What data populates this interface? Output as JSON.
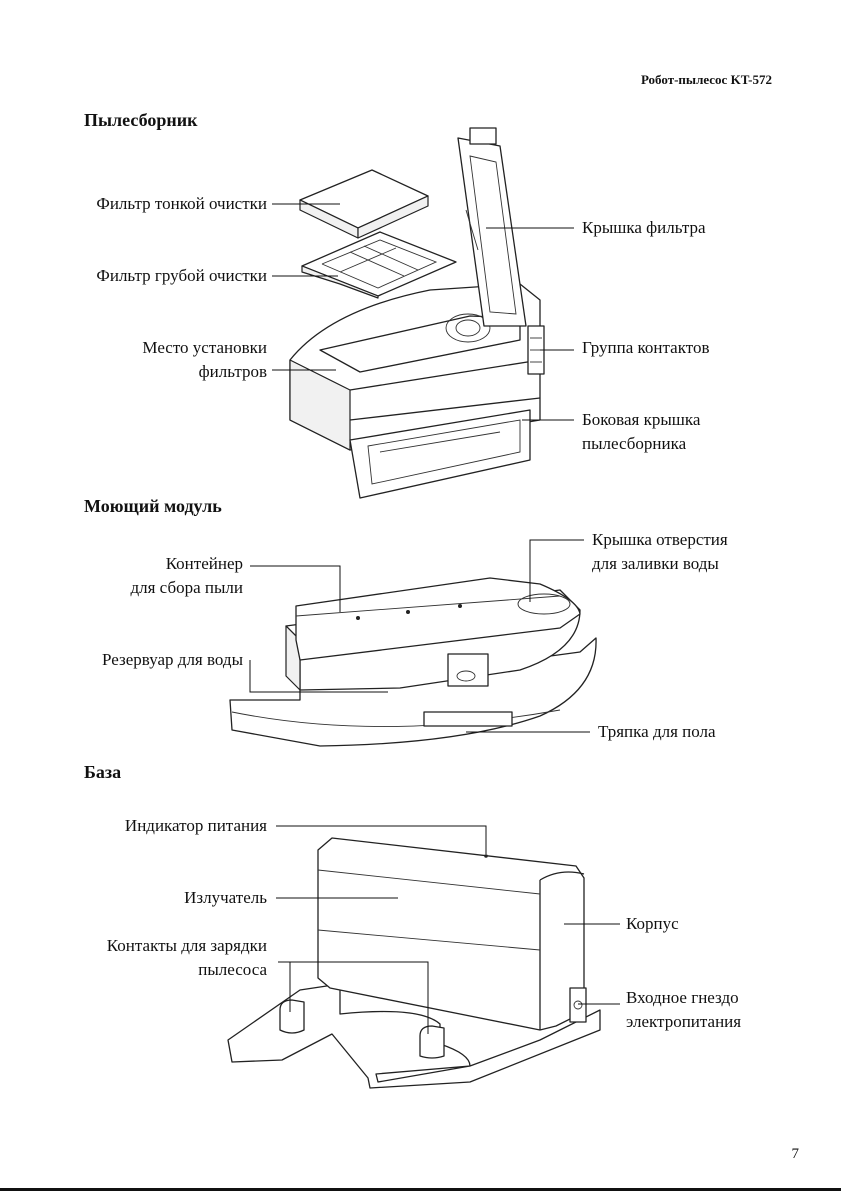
{
  "header": {
    "doc_title": "Робот-пылесос KT-572"
  },
  "sections": {
    "dustbin": {
      "title": "Пылесборник",
      "labels": {
        "fine_filter": "Фильтр тонкой очистки",
        "coarse_filter": "Фильтр грубой очистки",
        "filter_place_line1": "Место установки",
        "filter_place_line2": "фильтров",
        "filter_cover": "Крышка фильтра",
        "contacts_group": "Группа контактов",
        "side_cover_line1": "Боковая крышка",
        "side_cover_line2": "пылесборника"
      }
    },
    "wet_module": {
      "title": "Моющий модуль",
      "labels": {
        "container_line1": "Контейнер",
        "container_line2": "для сбора пыли",
        "water_tank": "Резервуар для воды",
        "fill_cover_line1": "Крышка отверстия",
        "fill_cover_line2": "для заливки воды",
        "mop": "Тряпка для пола"
      }
    },
    "base": {
      "title": "База",
      "labels": {
        "power_indicator": "Индикатор питания",
        "emitter": "Излучатель",
        "charging_contacts_line1": "Контакты для зарядки",
        "charging_contacts_line2": "пылесоса",
        "housing": "Корпус",
        "power_jack_line1": "Входное гнездо",
        "power_jack_line2": "электропитания"
      }
    }
  },
  "footer": {
    "page_number": "7"
  }
}
